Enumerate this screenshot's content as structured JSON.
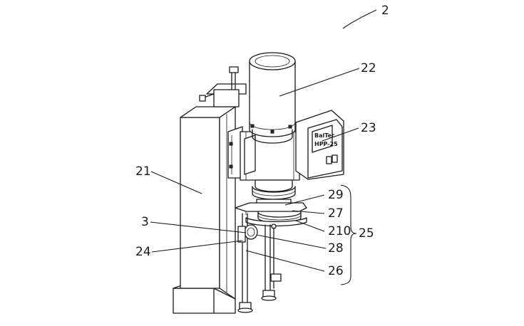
{
  "figure": {
    "panel_brand": "BalTec",
    "panel_model": "HPP-25",
    "labels": {
      "l2": "2",
      "l22": "22",
      "l23": "23",
      "l21": "21",
      "l29": "29",
      "l27": "27",
      "l3": "3",
      "l210": "210",
      "l25": "25",
      "l28": "28",
      "l24": "24",
      "l26": "26"
    }
  }
}
